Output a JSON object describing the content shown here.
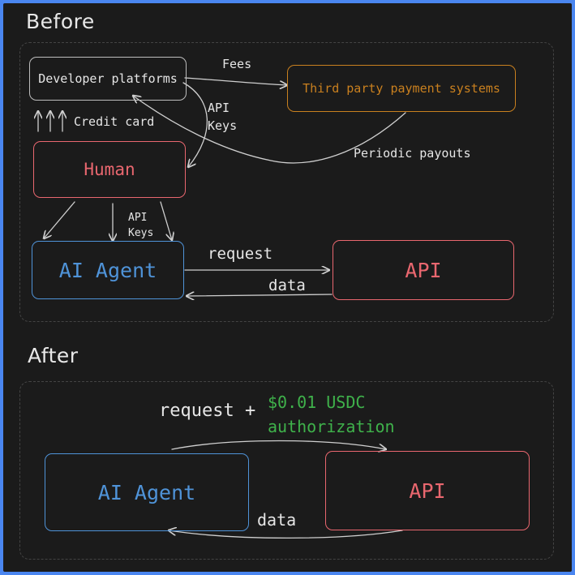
{
  "before": {
    "title": "Before",
    "nodes": {
      "dev_platforms": "Developer platforms",
      "third_party": "Third party payment systems",
      "human": "Human",
      "ai_agent": "AI Agent",
      "api": "API"
    },
    "edges": {
      "fees": "Fees",
      "api_keys_top": "API\nKeys",
      "credit_card": "Credit card",
      "periodic_payouts": "Periodic payouts",
      "api_keys_bottom": "API\nKeys",
      "request": "request",
      "data": "data"
    }
  },
  "after": {
    "title": "After",
    "nodes": {
      "ai_agent": "AI Agent",
      "api": "API"
    },
    "edges": {
      "request_plus": "request +",
      "payment": "$0.01 USDC\nauthorization",
      "data": "data"
    }
  },
  "colors": {
    "background": "#1b1b1b",
    "frame_border": "#4a86f0",
    "neutral": "#cfcfcf",
    "human": "#e9676f",
    "api": "#e9676f",
    "ai_agent": "#4f93d8",
    "third_party": "#c9801f",
    "payment_text": "#3fb24b"
  }
}
